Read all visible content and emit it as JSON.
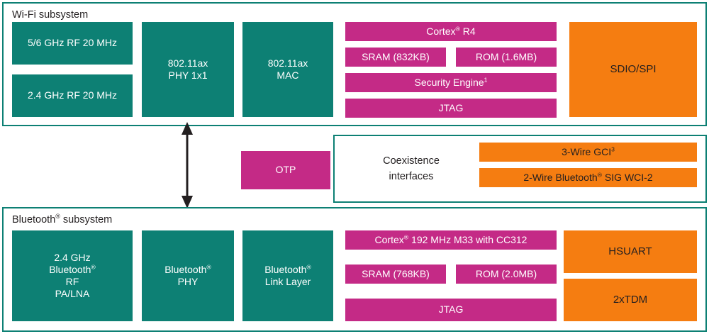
{
  "diagram": {
    "colors": {
      "teal": "#0d8074",
      "magenta": "#c42a86",
      "orange": "#f57d11",
      "text_dark": "#231f20",
      "background": "#ffffff"
    },
    "wifi": {
      "title": "Wi-Fi subsystem",
      "rf_blocks": [
        {
          "label": "5/6 GHz RF 20 MHz"
        },
        {
          "label": "2.4 GHz RF 20 MHz"
        }
      ],
      "phy": "802.11ax\nPHY 1x1",
      "mac": "802.11ax\nMAC",
      "cpu": {
        "prefix": "Cortex",
        "sup": "®",
        "suffix": " R4"
      },
      "sram": "SRAM (832KB)",
      "rom": "ROM (1.6MB)",
      "security": {
        "prefix": "Security Engine",
        "sup": "1"
      },
      "jtag": "JTAG",
      "host_interface": "SDIO/SPI"
    },
    "middle": {
      "otp": "OTP",
      "coexistence_label": "Coexistence\ninterfaces",
      "coexistence_items": [
        {
          "prefix": "3-Wire GCI",
          "sup": "3",
          "suffix": ""
        },
        {
          "prefix": "2-Wire Bluetooth",
          "sup": "®",
          "suffix": " SIG WCI-2"
        }
      ]
    },
    "bluetooth": {
      "title": {
        "prefix": "Bluetooth",
        "sup": "®",
        "suffix": " subsystem"
      },
      "rf": {
        "line1": "2.4 GHz",
        "prefix": "Bluetooth",
        "sup": "®",
        "line3": "RF",
        "line4": "PA/LNA"
      },
      "phy": {
        "prefix": "Bluetooth",
        "sup": "®",
        "suffix": "\nPHY"
      },
      "link_layer": {
        "prefix": "Bluetooth",
        "sup": "®",
        "suffix": "\nLink Layer"
      },
      "cpu": {
        "prefix": "Cortex",
        "sup": "®",
        "suffix": " 192 MHz M33 with CC312"
      },
      "sram": "SRAM (768KB)",
      "rom": "ROM (2.0MB)",
      "jtag": "JTAG",
      "interfaces": [
        {
          "label": "HSUART"
        },
        {
          "label": "2xTDM"
        }
      ]
    },
    "connector": {
      "name": "bidirectional-arrow"
    }
  }
}
